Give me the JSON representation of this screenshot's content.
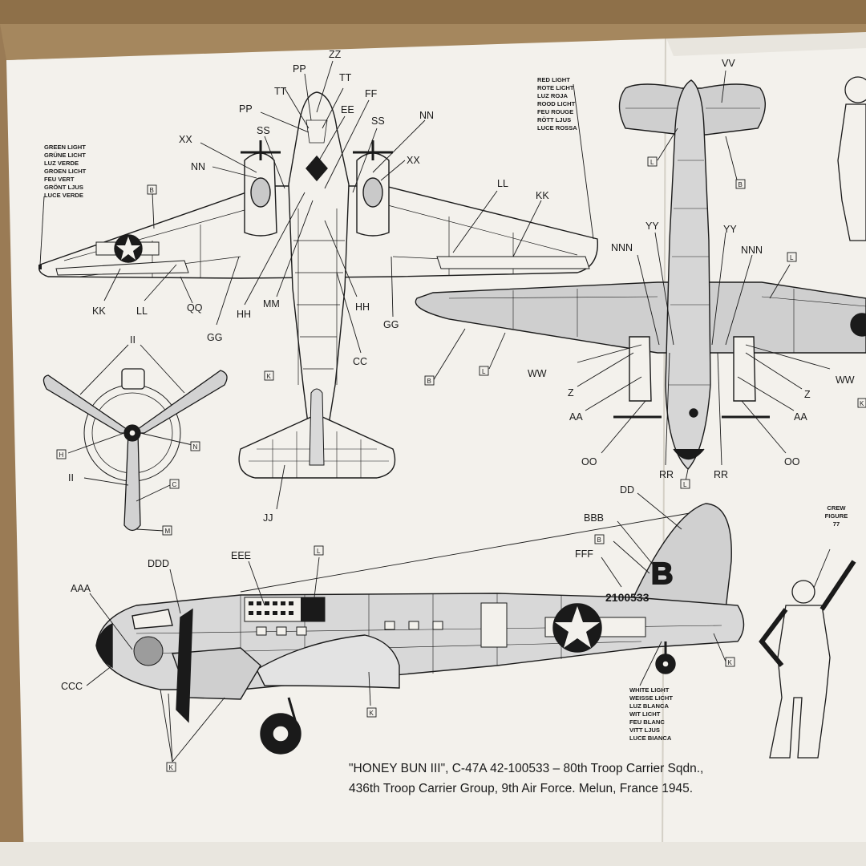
{
  "diagram": {
    "top_view_labels": [
      "PP",
      "ZZ",
      "TT",
      "TT",
      "PP",
      "EE",
      "FF",
      "SS",
      "SS",
      "NN",
      "XX",
      "NN",
      "XX",
      "LL",
      "KK",
      "KK",
      "LL",
      "QQ",
      "GG",
      "HH",
      "MM",
      "HH",
      "GG",
      "CC",
      "JJ"
    ],
    "bottom_view_labels": [
      "VV",
      "YY",
      "YY",
      "NNN",
      "NNN",
      "WW",
      "WW",
      "Z",
      "Z",
      "AA",
      "AA",
      "OO",
      "OO",
      "RR",
      "RR"
    ],
    "prop_labels": [
      "II",
      "II"
    ],
    "side_view_labels": [
      "DD",
      "BBB",
      "FFF",
      "EEE",
      "DDD",
      "AAA",
      "CCC"
    ],
    "color_code_boxes": [
      "B",
      "B",
      "B",
      "B",
      "K",
      "H",
      "N",
      "C",
      "M",
      "L",
      "L",
      "L",
      "L",
      "L",
      "K",
      "K",
      "K",
      "K"
    ],
    "green_light": [
      "GREEN LIGHT",
      "GRÜNE LICHT",
      "LUZ VERDE",
      "GROEN LICHT",
      "FEU VERT",
      "GRÖNT LJUS",
      "LUCE VERDE"
    ],
    "red_light": [
      "RED LIGHT",
      "ROTE LICHT",
      "LUZ ROJA",
      "ROOD LICHT",
      "FEU ROUGE",
      "RÖTT LJUS",
      "LUCE ROSSA"
    ],
    "white_light": [
      "WHITE LIGHT",
      "WEISSE LICHT",
      "LUZ BLANCA",
      "WIT LICHT",
      "FEU BLANC",
      "VITT LJUS",
      "LUCE BIANCA"
    ],
    "crew_figure": [
      "CREW",
      "FIGURE",
      "77"
    ],
    "tail_letter": "B",
    "serial": "2100533",
    "caption_line1": "\"HONEY BUN III\", C-47A 42-100533 – 80th Troop Carrier Sqdn.,",
    "caption_line2": "436th Troop Carrier Group, 9th Air Force. Melun, France 1945."
  },
  "colors": {
    "paper": "#f3f1ec",
    "background": "#9a7b55",
    "ink": "#1a1a1a",
    "panel_grey": "#c9c9c9"
  }
}
